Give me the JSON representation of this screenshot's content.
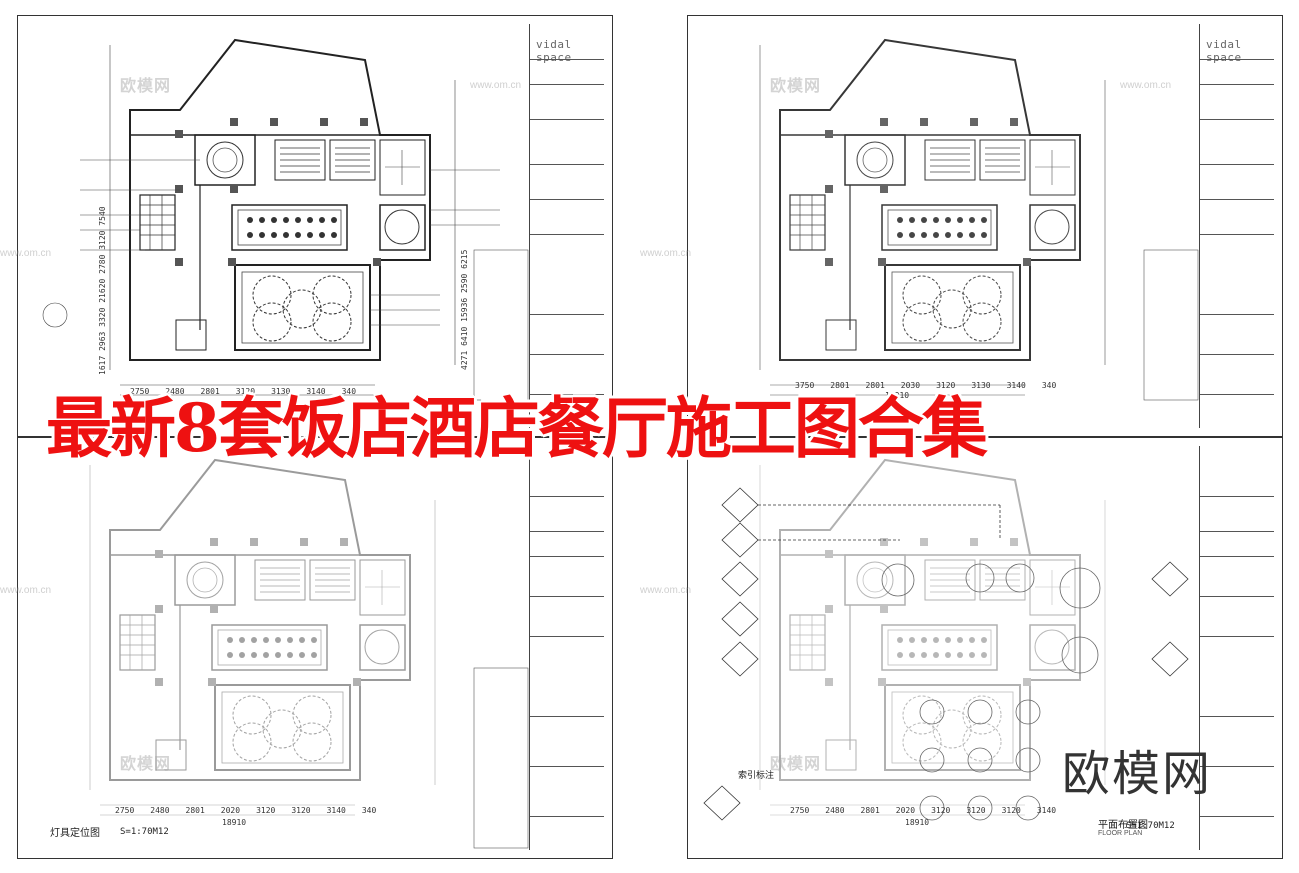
{
  "banner": {
    "title": "最新8套饭店酒店餐厅施工图合集",
    "color": "#ee1111"
  },
  "brand": {
    "name": "欧模网"
  },
  "watermarks": {
    "logo_text": "欧模网",
    "url_text": "www.om.cn"
  },
  "title_block": {
    "logo": "vidal space"
  },
  "sheets": [
    {
      "id": "top-left",
      "dims": [
        "2750",
        "2480",
        "2801",
        "3120",
        "3130",
        "3140",
        "340"
      ]
    },
    {
      "id": "top-right",
      "dims": [
        "3750",
        "2801",
        "2801",
        "2030",
        "3120",
        "3130",
        "3140",
        "340"
      ],
      "total": "18910"
    },
    {
      "id": "bottom-left",
      "label": "灯具定位图",
      "scale": "S=1:70M12",
      "dims": [
        "2750",
        "2480",
        "2801",
        "2020",
        "3120",
        "3120",
        "3140",
        "340"
      ],
      "total": "18910"
    },
    {
      "id": "bottom-right",
      "label": "平面布置图",
      "sublabel": "FLOOR PLAN",
      "scale": "S=1:70M12",
      "index_label": "索引标注",
      "dims": [
        "2750",
        "2480",
        "2801",
        "2020",
        "3120",
        "3120",
        "3120",
        "3140"
      ],
      "total": "18910"
    }
  ],
  "vertical_dims": [
    "1617",
    "2963",
    "3320",
    "21620",
    "2780",
    "3120",
    "7540"
  ],
  "vertical_dims_right": [
    "4271",
    "6410",
    "15936",
    "2590",
    "6215"
  ]
}
